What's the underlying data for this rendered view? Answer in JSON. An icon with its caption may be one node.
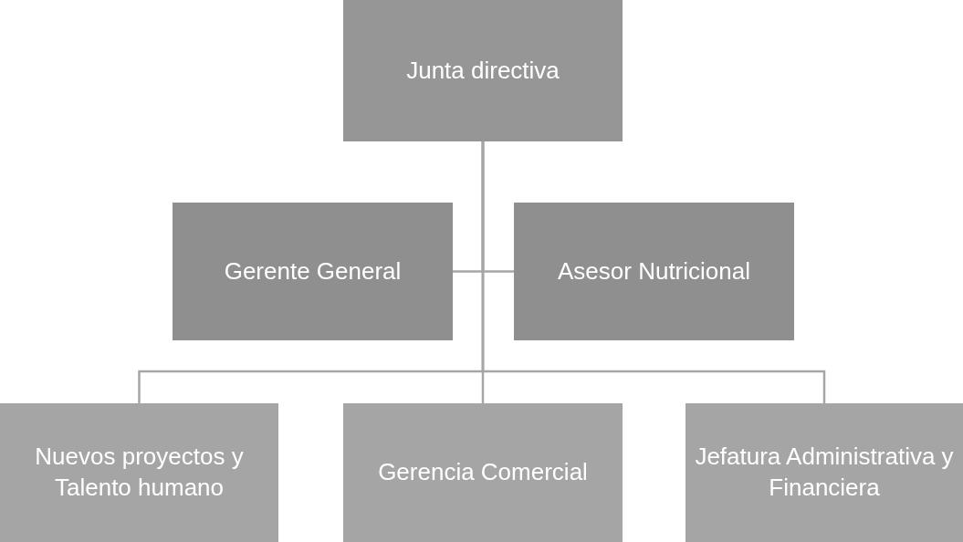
{
  "diagram": {
    "nodes": [
      {
        "text": [
          "Junta directiva"
        ]
      },
      {
        "text": [
          "Gerente General"
        ]
      },
      {
        "text": [
          "Asesor Nutricional"
        ]
      },
      {
        "text": [
          "Nuevos proyectos y Talento humano"
        ]
      },
      {
        "text": [
          "Gerencia Comercial"
        ]
      },
      {
        "text": [
          "Jefatura Administrativa y Financiera"
        ]
      }
    ],
    "edges": [
      {
        "from": 0,
        "to": 1,
        "arrow": "none"
      },
      {
        "from": 0,
        "to": 2,
        "arrow": "none"
      },
      {
        "from": 0,
        "to": 3,
        "arrow": "none"
      },
      {
        "from": 0,
        "to": 4,
        "arrow": "none"
      },
      {
        "from": 0,
        "to": 5,
        "arrow": "none"
      }
    ]
  }
}
